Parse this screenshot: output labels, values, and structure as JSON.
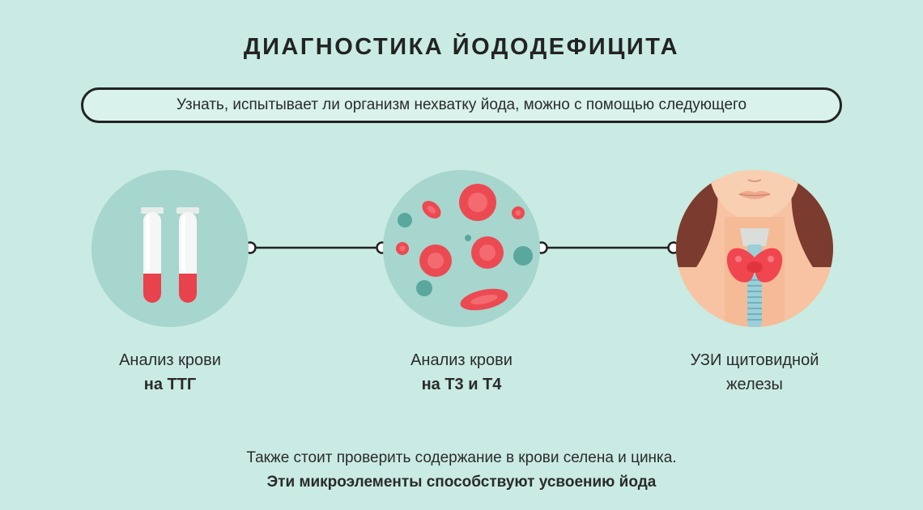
{
  "title": "ДИАГНОСТИКА ЙОДОДЕФИЦИТА",
  "subtitle": "Узнать, испытывает ли организм нехватку йода, можно с помощью следующего",
  "methods": [
    {
      "line1": "Анализ крови",
      "line2": "на ТТГ",
      "icon": "test-tubes-icon"
    },
    {
      "line1": "Анализ крови",
      "line2": "на Т3 и Т4",
      "icon": "blood-cells-icon"
    },
    {
      "line1": "УЗИ щитовидной",
      "line2": "железы",
      "icon": "thyroid-icon"
    }
  ],
  "footer": {
    "line1": "Также стоит проверить содержание в крови селена и цинка.",
    "line2": "Эти микроэлементы способствуют усвоению йода"
  },
  "colors": {
    "background": "#c9ebe3",
    "circle": "#a6d6cd",
    "blood": "#e8424c",
    "skin": "#f7c3a2",
    "hair": "#7b3b2e"
  }
}
